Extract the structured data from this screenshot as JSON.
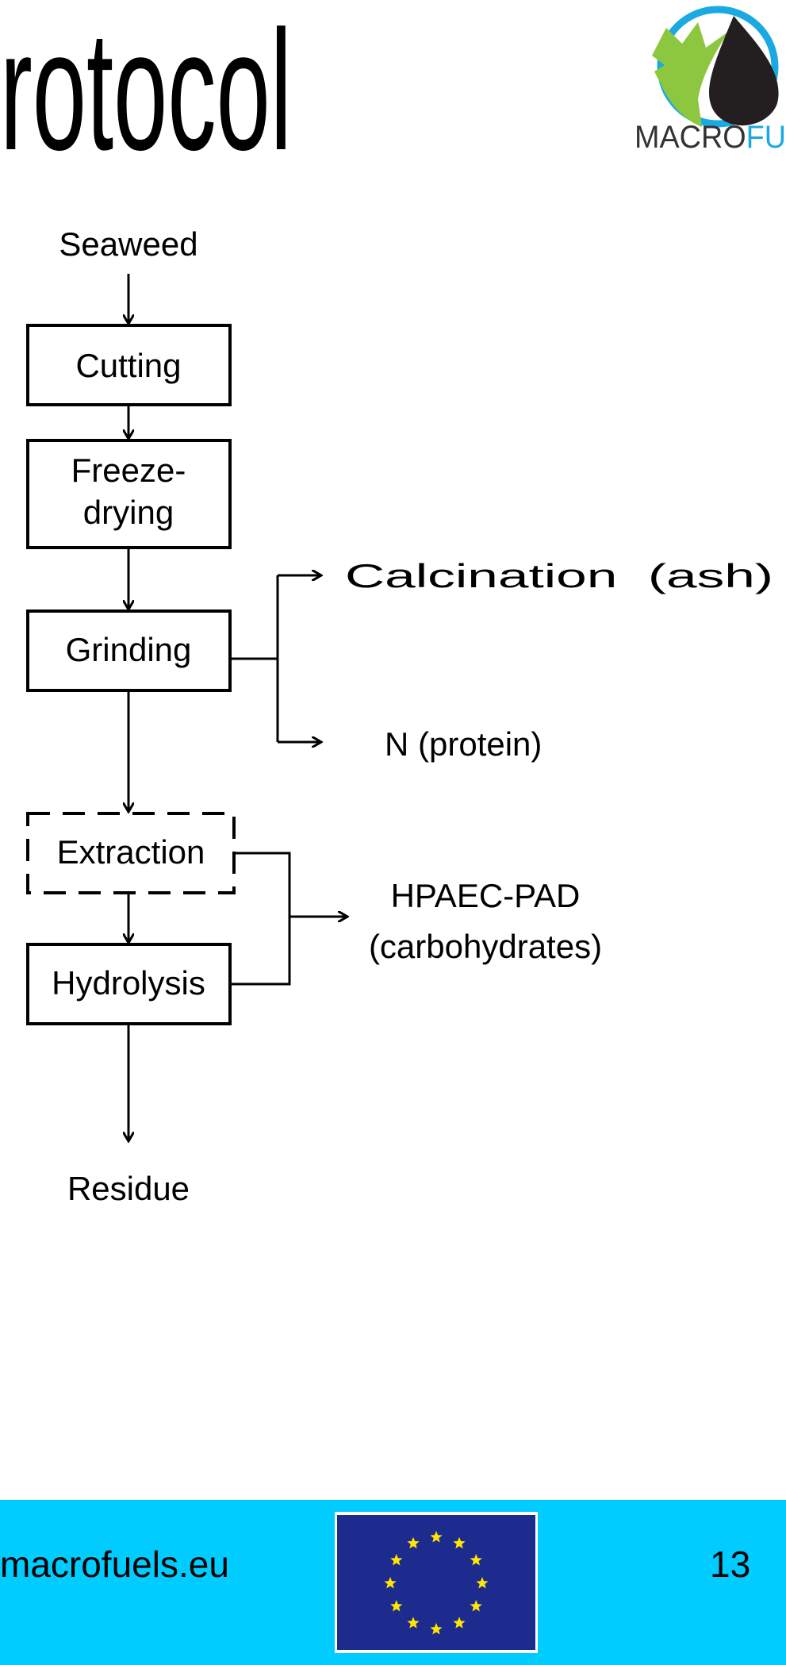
{
  "slide": {
    "title": "rotocol",
    "logo_text": "MACROFUELS",
    "logo_text_visible_dark": "MACRO",
    "logo_text_visible_accent": "FU",
    "colors": {
      "footer": "#00CCFF",
      "logo_blue": "#1BA9E1",
      "logo_green": "#8DC63F",
      "eu_blue": "#1D2B8F",
      "eu_star": "#FFE500"
    }
  },
  "flowchart": {
    "start": "Seaweed",
    "steps": [
      {
        "label": "Cutting"
      },
      {
        "label_line1": "Freeze-",
        "label_line2": "drying"
      },
      {
        "label": "Grinding"
      },
      {
        "label": "Extraction",
        "style": "dashed"
      },
      {
        "label": "Hydrolysis"
      }
    ],
    "end": "Residue",
    "branches": {
      "calcination": "Calcination  (ash)",
      "protein": "N (protein)",
      "hpaec_line1": "HPAEC-PAD",
      "hpaec_line2": "(carbohydrates)"
    }
  },
  "footer": {
    "url": "macrofuels.eu",
    "page_number": "13"
  }
}
